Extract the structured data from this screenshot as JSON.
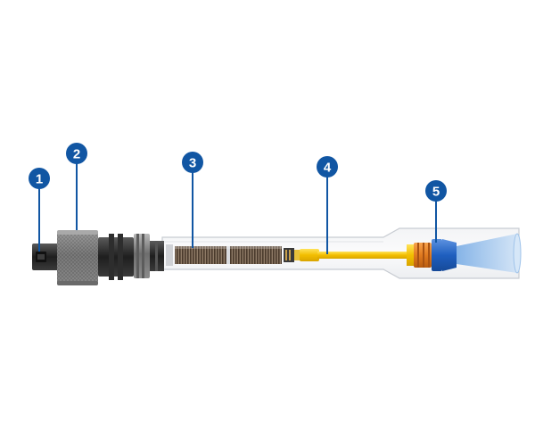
{
  "colors": {
    "callout_fill": "#1156a3",
    "callout_line": "#1156a3",
    "background": "#ffffff",
    "tube_outline": "#c8ccd2",
    "yellow_component": "#f4c400",
    "orange_component": "#e07a1f",
    "blue_component": "#1f5fbf",
    "light_blue_output": "#9fc3ea",
    "dark_metal": "#2a2a2a",
    "gray_metal": "#7d7d7d",
    "coil_brown": "#5a4535"
  },
  "callouts": [
    {
      "number": "1",
      "part": "connector"
    },
    {
      "number": "2",
      "part": "knurled-nut"
    },
    {
      "number": "3",
      "part": "coil-section"
    },
    {
      "number": "4",
      "part": "yellow-rod"
    },
    {
      "number": "5",
      "part": "blue-nozzle"
    }
  ]
}
